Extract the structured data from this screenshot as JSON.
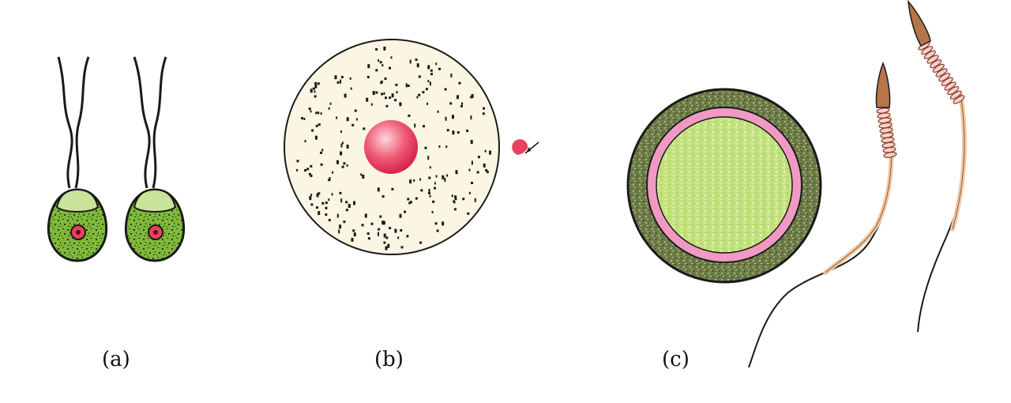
{
  "labels": {
    "a": "(a)",
    "b": "(b)",
    "c": "(c)"
  },
  "colors": {
    "algae_body": "#7fb83a",
    "algae_cap": "#c9e39a",
    "egg_cytoplasm": "#fbf6e3",
    "nucleus": "#e8405f",
    "spore_outer": "#6e7d49",
    "spore_ring": "#f09ac3",
    "spore_inner": "#c4e27e",
    "sperm_head": "#b7764a",
    "sperm_tail": "#f2c9a4",
    "outline": "#1a1a1a"
  },
  "icons": [
    "biflagellate-gamete-icon",
    "egg-cell-icon",
    "polar-body-icon",
    "spore-icon",
    "sperm-icon"
  ]
}
